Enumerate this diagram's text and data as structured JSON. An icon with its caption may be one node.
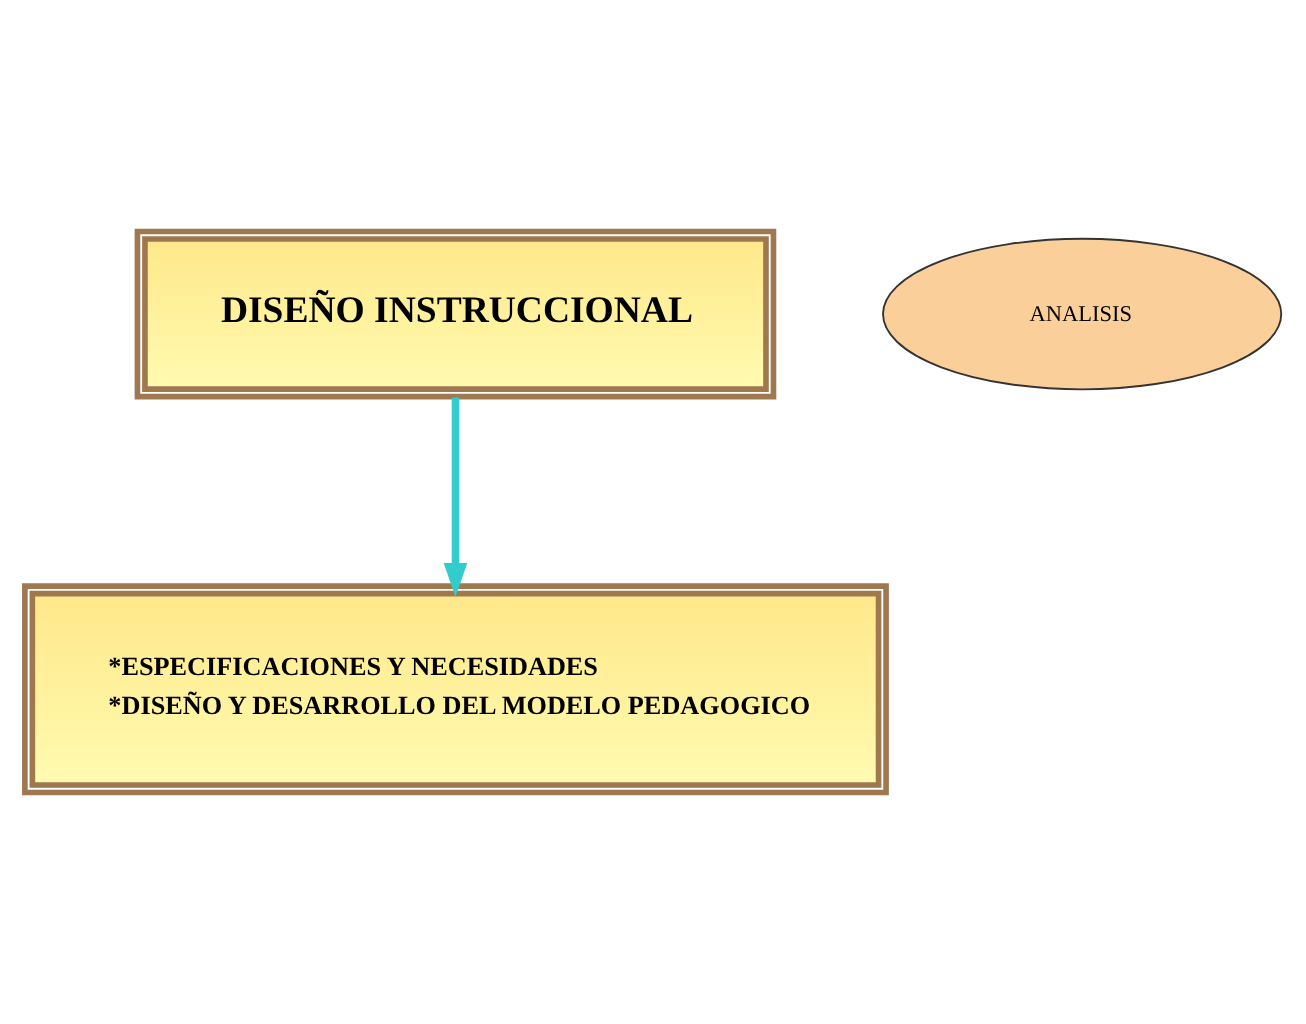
{
  "diagram": {
    "nodes": [
      {
        "text": [
          "DISEÑO INSTRUCCIONAL"
        ]
      },
      {
        "text": [
          "ANALISIS"
        ]
      },
      {
        "text": [
          "*ESPECIFICACIONES Y NECESIDADES",
          "*DISEÑO Y DESARROLLO DEL MODELO PEDAGOGICO"
        ]
      }
    ],
    "edges": [
      {
        "from": 0,
        "to": 2,
        "arrow": "to",
        "color": "#33cccc"
      }
    ]
  }
}
